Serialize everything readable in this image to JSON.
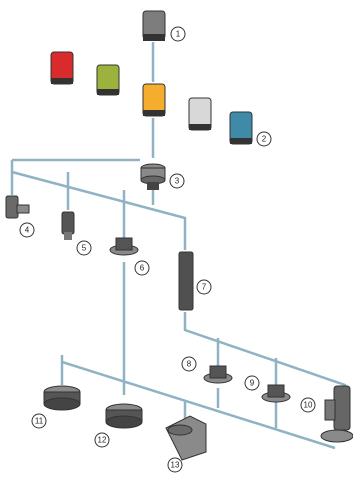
{
  "callouts": [
    {
      "label": "1"
    },
    {
      "label": "2"
    },
    {
      "label": "3"
    },
    {
      "label": "4"
    },
    {
      "label": "5"
    },
    {
      "label": "6"
    },
    {
      "label": "7"
    },
    {
      "label": "8"
    },
    {
      "label": "9"
    },
    {
      "label": "10"
    },
    {
      "label": "11"
    },
    {
      "label": "12"
    },
    {
      "label": "13"
    }
  ],
  "colors": {
    "line": "#8fb3c3",
    "lamp_red": "#d92b2b",
    "lamp_green": "#9bb33c",
    "lamp_amber": "#f4ad2c",
    "lamp_clear": "#d8d8d8",
    "lamp_blue": "#3f8aa6",
    "lamp_gray": "#7d7d7d",
    "part_dark": "#3a3a3a",
    "part_mid": "#8a8a8a"
  }
}
